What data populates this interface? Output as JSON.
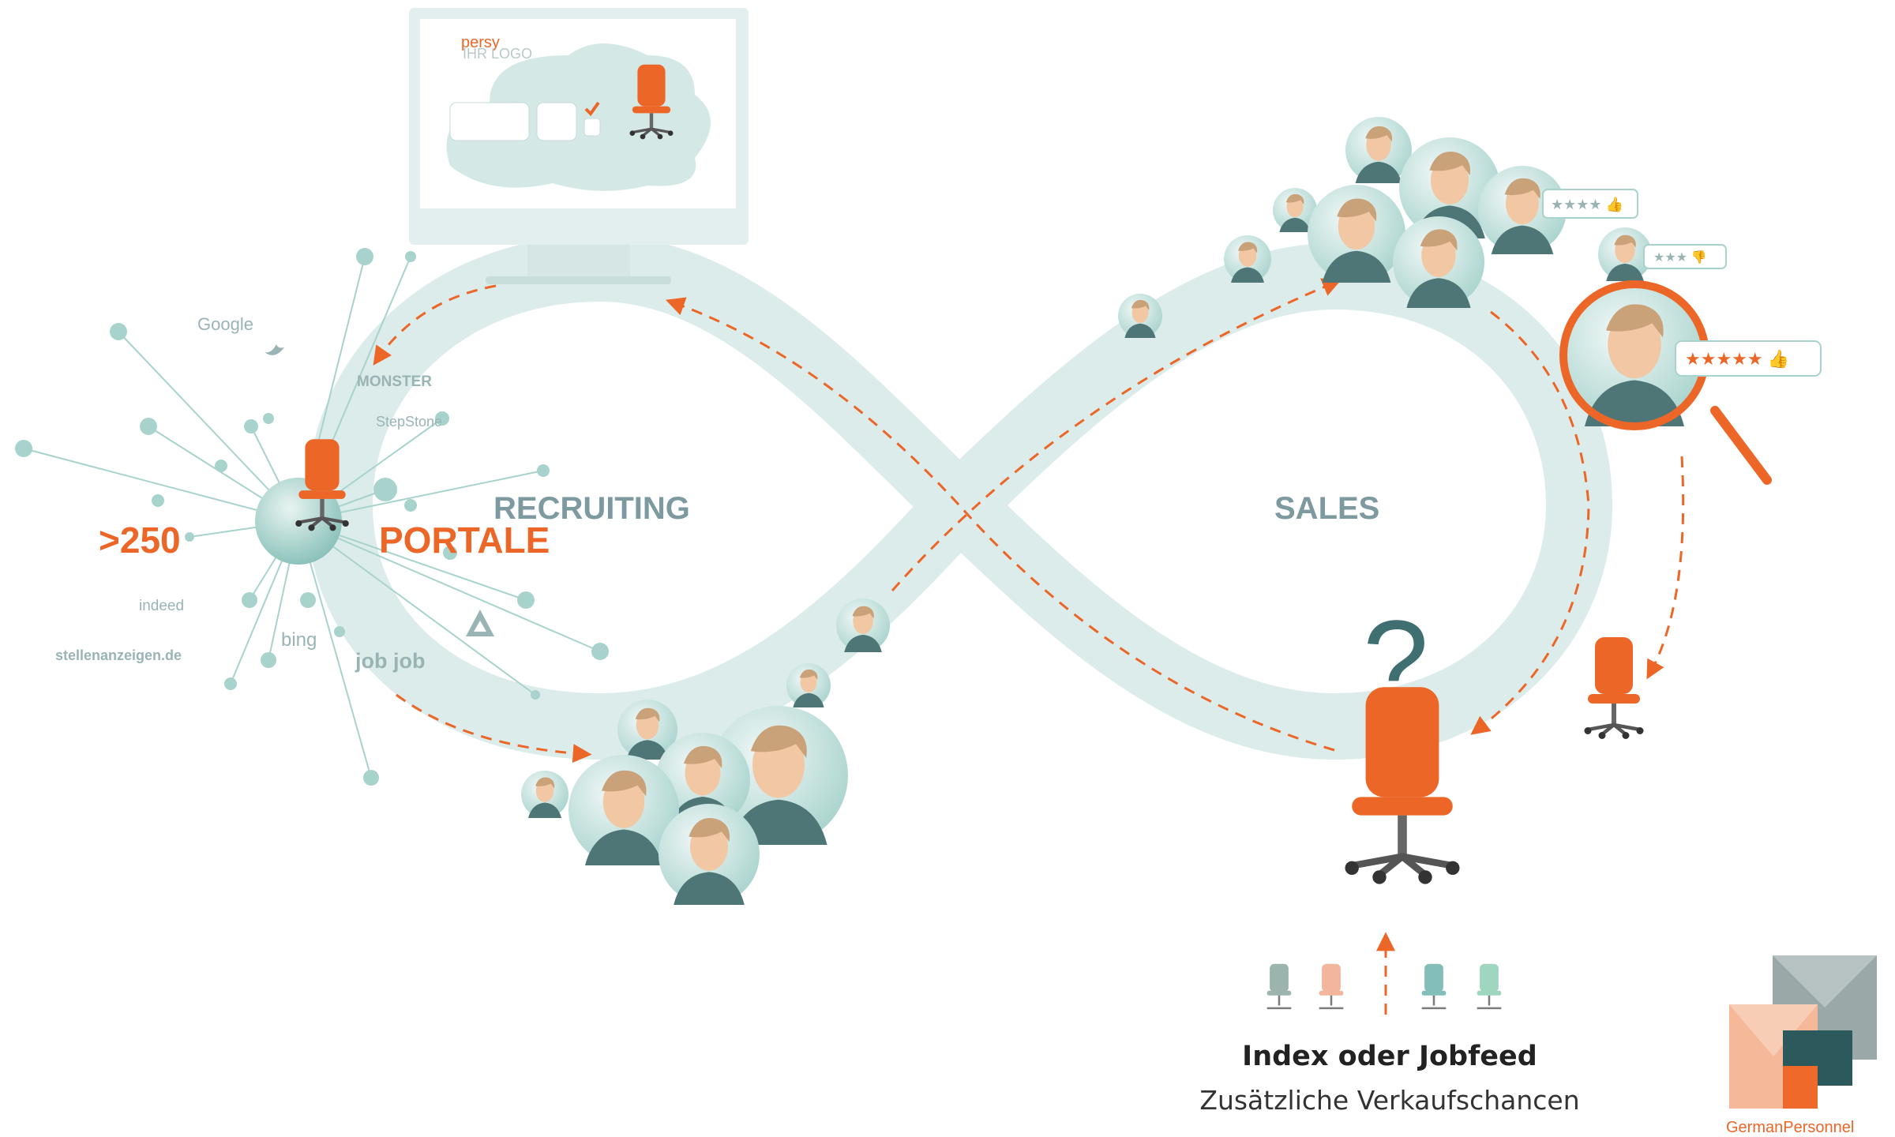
{
  "diagram": {
    "left_loop_label": "RECRUITING",
    "right_loop_label": "SALES",
    "portal_count": ">250",
    "portal_label": "PORTALE",
    "question_mark": "?",
    "caption_title": "Index oder Jobfeed",
    "caption_subtitle": "Zusätzliche Verkaufschancen"
  },
  "portals": [
    {
      "name": "Google",
      "icon": "google-logo"
    },
    {
      "name": "MONSTER",
      "icon": "monster-logo"
    },
    {
      "name": "StepStone",
      "icon": "stepstone-logo"
    },
    {
      "name": "indeed",
      "icon": "indeed-logo"
    },
    {
      "name": "stellenanzeigen.de",
      "icon": "stellenanzeigen-logo"
    },
    {
      "name": "bing",
      "icon": "bing-logo"
    },
    {
      "name": "job job",
      "icon": "jobjob-logo"
    },
    {
      "name": "twitter",
      "icon": "twitter-bird-icon"
    },
    {
      "name": "Arbeitsagentur",
      "icon": "arbeitsagentur-icon"
    }
  ],
  "monitor": {
    "brand": "persy",
    "brand_sub": "IHR LOGO"
  },
  "logo": {
    "text": "GermanPersonnel",
    "colors": [
      "#ef6a2a",
      "#f5b99a",
      "#2c5a5c",
      "#9aa8a8"
    ]
  },
  "colors": {
    "accent": "#ec6628",
    "teal_light": "#dfeeee",
    "teal_mid": "#8fc2bc",
    "teal_dark": "#3f6f71",
    "label_grey": "#7d9aa0"
  }
}
